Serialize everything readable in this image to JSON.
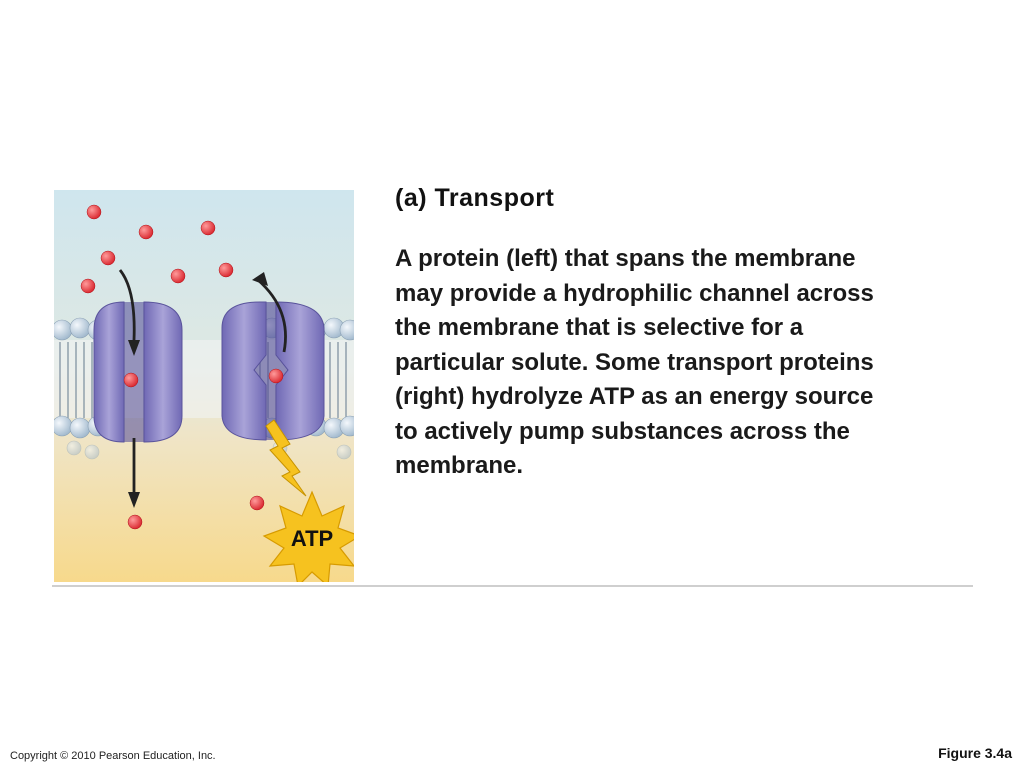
{
  "heading": "(a) Transport",
  "body": "A protein (left) that spans the membrane\nmay provide a hydrophilic channel across\nthe membrane that is selective for a\nparticular solute. Some transport proteins\n(right) hydrolyze ATP as an energy source\nto actively pump substances across the\nmembrane.",
  "figure": {
    "atp_label": "ATP",
    "colors": {
      "extracellular": "#cfe6ee",
      "cytoplasm": "#f7d98c",
      "protein": "#8d86c6",
      "solute": "#e23b3f",
      "atp_burst": "#f6c21f",
      "phospholipid": "#b9cde0"
    }
  },
  "footer": {
    "copyright": "Copyright © 2010 Pearson Education, Inc.",
    "figure_label": "Figure 3.4a"
  }
}
